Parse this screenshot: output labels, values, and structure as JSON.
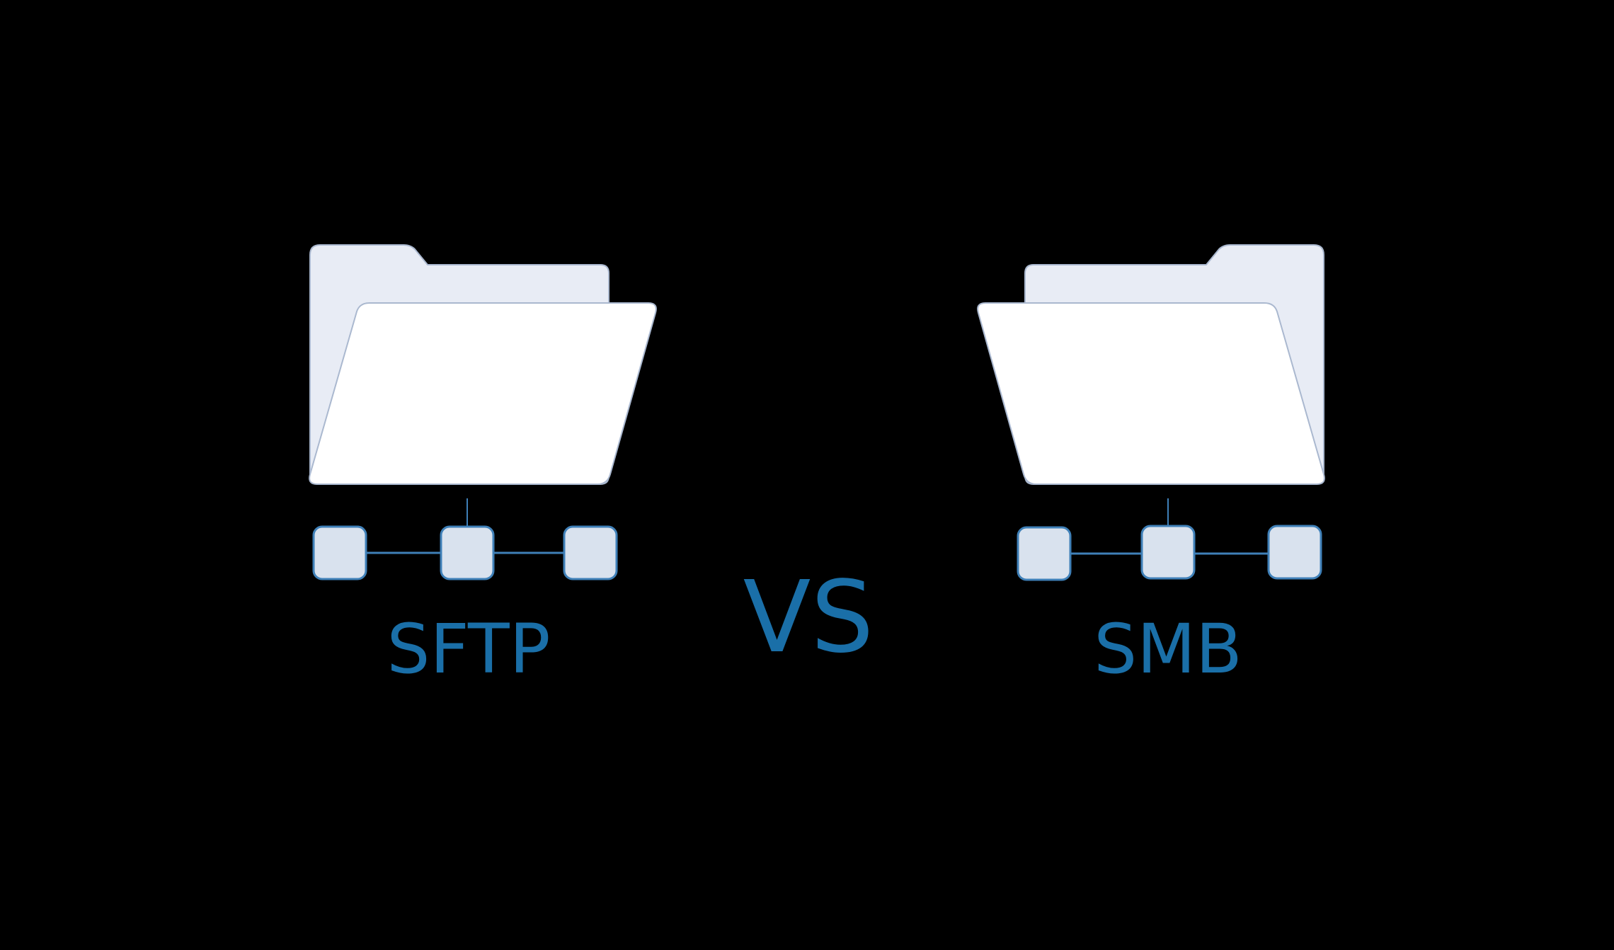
{
  "left": {
    "label": "SFTP"
  },
  "middle": {
    "label": "VS"
  },
  "right": {
    "label": "SMB"
  },
  "colors": {
    "background": "#000000",
    "label": "#1a6fa8",
    "folder_back": "#e8ecf5",
    "folder_front": "#ffffff",
    "folder_outline": "#aab8cf",
    "node_fill": "#d9e2ee",
    "node_stroke": "#3f80b8",
    "connector": "#3f80b8"
  },
  "icons": {
    "left_folder": "open-folder-icon",
    "right_folder": "open-folder-icon",
    "nodes": "network-node-icon"
  }
}
